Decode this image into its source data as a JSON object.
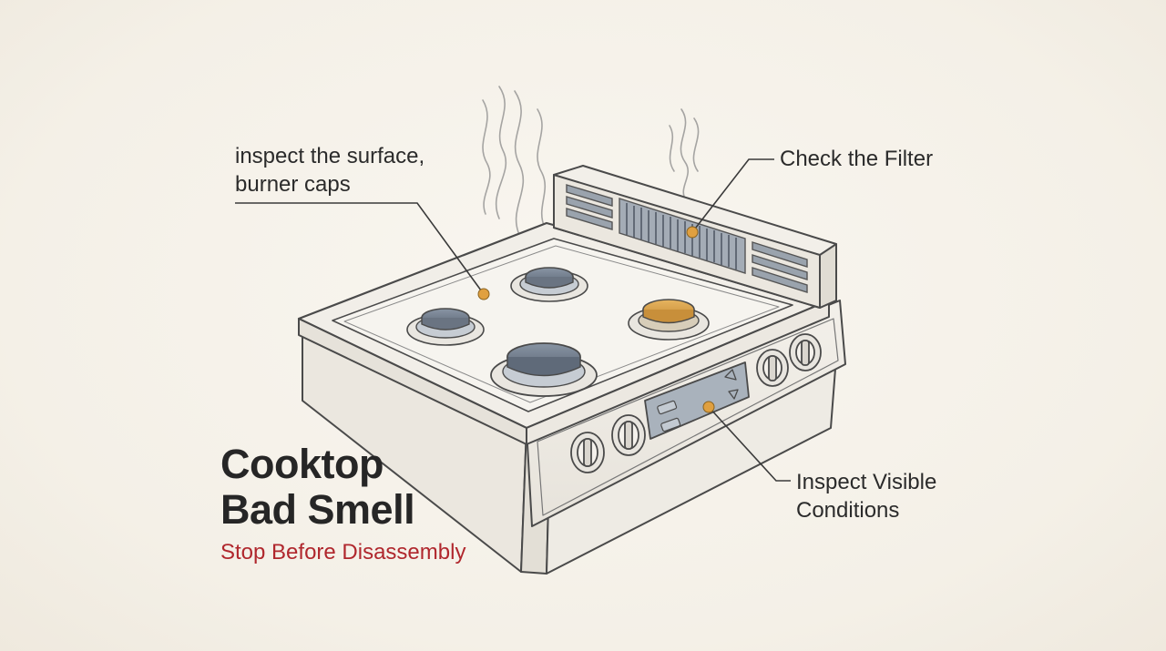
{
  "callouts": {
    "surface": {
      "line1": "inspect the surface,",
      "line2": "burner caps"
    },
    "filter": {
      "label": "Check the Filter"
    },
    "visible": {
      "line1": "Inspect Visible",
      "line2": "Conditions"
    }
  },
  "title": {
    "line1": "Cooktop",
    "line2": "Bad Smell"
  },
  "subtitle": "Stop Before Disassembly",
  "colors": {
    "accent_marker": "#e0a040",
    "subtitle_red": "#b0272d",
    "burner_cap_grey": "#6b7685",
    "burner_cap_gold": "#d9a24a",
    "vent_grey": "#9aa3ad",
    "display_grey": "#a9b2bc",
    "line_ink": "#4a4a4a"
  },
  "icons": [
    "stove-illustration",
    "smoke-icon",
    "burner-icon",
    "control-knob-icon",
    "vent-icon",
    "marker-dot-icon"
  ]
}
